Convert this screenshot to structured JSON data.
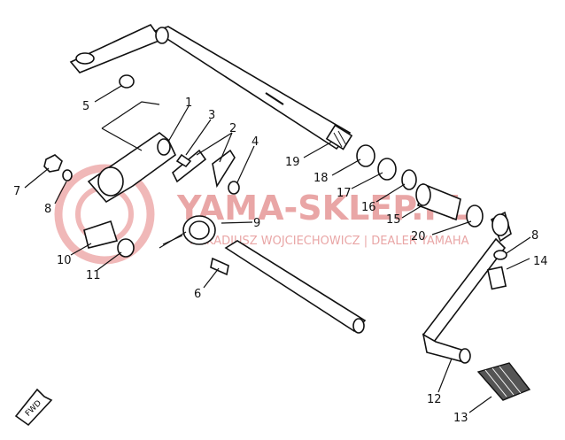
{
  "watermark": {
    "title": "YAMA-SKLEP.PL",
    "subtitle": "ARKADIUSZ WOJCIECHOWICZ | DEALER YAMAHA"
  },
  "direction_tag": "FWD",
  "callouts": [
    {
      "label": "1"
    },
    {
      "label": "2"
    },
    {
      "label": "3"
    },
    {
      "label": "4"
    },
    {
      "label": "5"
    },
    {
      "label": "6"
    },
    {
      "label": "7"
    },
    {
      "label": "8"
    },
    {
      "label": "9"
    },
    {
      "label": "10"
    },
    {
      "label": "11"
    },
    {
      "label": "12"
    },
    {
      "label": "13"
    },
    {
      "label": "14"
    },
    {
      "label": "15"
    },
    {
      "label": "16"
    },
    {
      "label": "17"
    },
    {
      "label": "18"
    },
    {
      "label": "19"
    },
    {
      "label": "20"
    },
    {
      "label": "8"
    }
  ],
  "colors": {
    "line": "#111111",
    "watermark": "#e9a6a6"
  }
}
